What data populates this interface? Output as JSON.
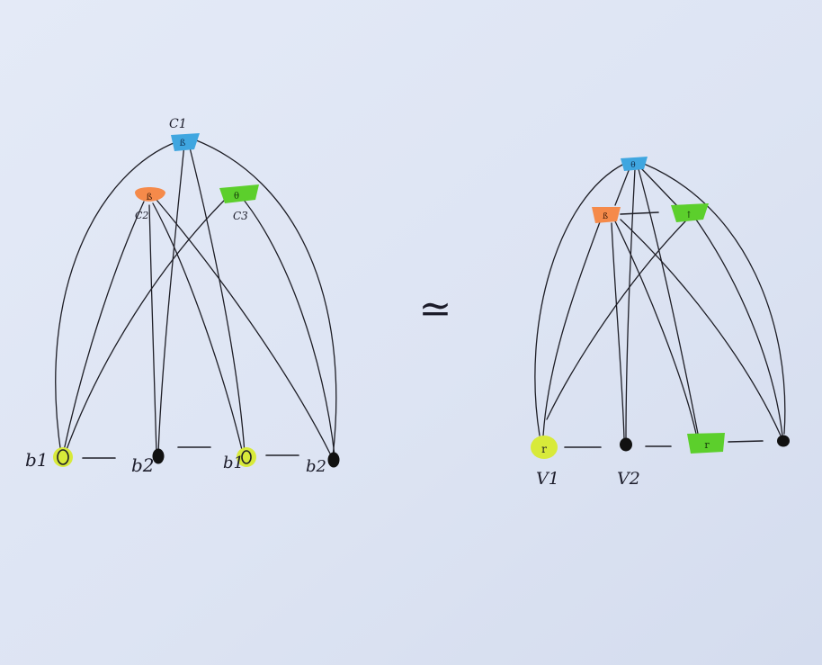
{
  "left_graph": {
    "top_labels": {
      "c1": "C1",
      "c2": "C2",
      "c3": "C3"
    },
    "bottom_labels": [
      "b1",
      "b2",
      "b1",
      "b2"
    ]
  },
  "relation_symbol": "≃",
  "right_graph": {
    "bottom_labels": [
      "V1",
      "V2"
    ]
  },
  "colors": {
    "paper": "#dfe6f4",
    "blue": "#3fa6e0",
    "orange": "#f58a4a",
    "green": "#5ccf2c",
    "yellow": "#d8ea3a",
    "black": "#111111",
    "ink": "#1e1e26"
  }
}
